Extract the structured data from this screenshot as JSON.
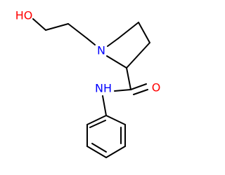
{
  "molecule": {
    "atoms": {
      "hydroxyl": {
        "label": "HO",
        "color": "#ff0000"
      },
      "ring_nitrogen": {
        "label": "N",
        "color": "#0000ff"
      },
      "carbonyl_oxygen": {
        "label": "O",
        "color": "#ff0000"
      },
      "amide_nitrogen": {
        "label": "NH",
        "color": "#0000ff"
      }
    },
    "bond_color": "#000000"
  }
}
